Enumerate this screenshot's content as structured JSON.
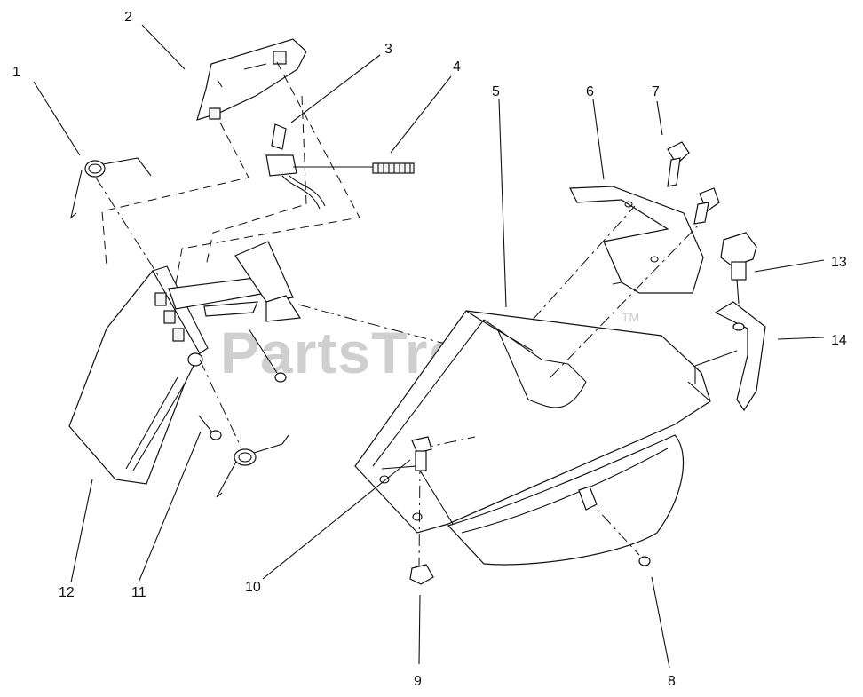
{
  "diagram": {
    "watermark": "PartsTree",
    "trademark": "TM",
    "callouts": [
      {
        "id": "c1",
        "label": "1"
      },
      {
        "id": "c2",
        "label": "2"
      },
      {
        "id": "c3",
        "label": "3"
      },
      {
        "id": "c4",
        "label": "4"
      },
      {
        "id": "c5",
        "label": "5"
      },
      {
        "id": "c6",
        "label": "6"
      },
      {
        "id": "c7",
        "label": "7"
      },
      {
        "id": "c8",
        "label": "8"
      },
      {
        "id": "c9",
        "label": "9"
      },
      {
        "id": "c10",
        "label": "10"
      },
      {
        "id": "c11",
        "label": "11"
      },
      {
        "id": "c12",
        "label": "12"
      },
      {
        "id": "c13",
        "label": "13"
      },
      {
        "id": "c14",
        "label": "14"
      }
    ]
  }
}
